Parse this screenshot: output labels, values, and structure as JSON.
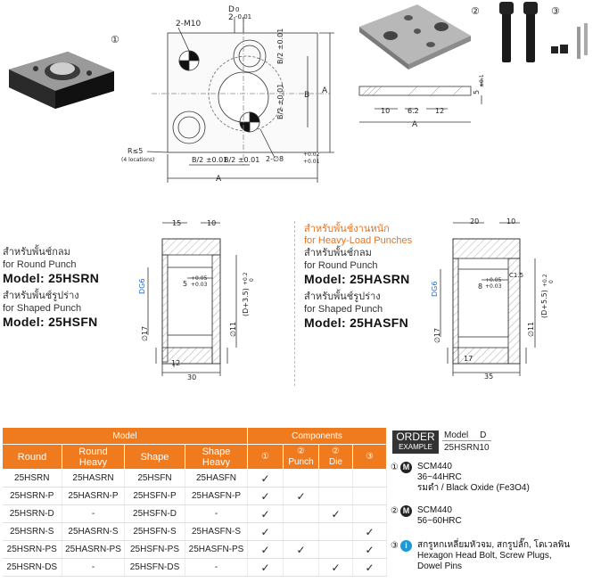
{
  "top": {
    "callout1": "①",
    "callout2": "②",
    "callout3": "③",
    "dim_2m10": "2-M10",
    "dim_d_top": "D",
    "dim_2tol": "2",
    "tol_0": "0",
    "tol_m001": "-0.01",
    "dim_b": "B",
    "dim_a": "A",
    "dim_b2_1": "B/2 ±0.01",
    "dim_b2_2": "B/2 ±0.01",
    "dim_b2_3": "B/2 ±0.01",
    "dim_b2_4": "B/2 ±0.01",
    "dim_r5": "R≤5",
    "dim_4loc": "(4 locations)",
    "dim_pin": "2-∅8",
    "tol_p002": "+0.02",
    "tol_p001": "+0.01",
    "dim_5": "5",
    "dim_5tol": "±0.1",
    "dim_10": "10",
    "dim_62": "6.2",
    "dim_12": "12",
    "dim_a2": "A"
  },
  "mid": {
    "left": {
      "thai1": "สำหรับพั้นช์กลม",
      "en1": "for Round Punch",
      "model1": "Model: 25HSRN",
      "thai2": "สำหรับพั้นช์รูปร่าง",
      "en2": "for Shaped Punch",
      "model2": "Model: 25HSFN"
    },
    "right": {
      "heavy_thai": "สำหรับพั้นช์งานหนัก",
      "heavy_en": "for Heavy-Load Punches",
      "thai1": "สำหรับพั้นช์กลม",
      "en1": "for Round Punch",
      "model1": "Model: 25HASRN",
      "thai2": "สำหรับพั้นช์รูปร่าง",
      "en2": "for Shaped Punch",
      "model2": "Model: 25HASFN"
    },
    "sec1": {
      "d15": "15",
      "d10": "10",
      "dg6": "DG6",
      "d5": "5",
      "t_p005": "+0.05",
      "t_p003": "+0.03",
      "d35": "(D+3.5)",
      "t_p02": "+0.2",
      "t_0": "0",
      "d17": "∅17",
      "d11": "∅11",
      "d12": "12",
      "d30": "30"
    },
    "sec2": {
      "d20": "20",
      "d10": "10",
      "dg6": "DG6",
      "c15": "C1.5",
      "d8": "8",
      "t_p005": "+0.05",
      "t_p003": "+0.03",
      "d55": "(D+5.5)",
      "t_p02": "+0.2",
      "t_0": "0",
      "d17": "∅17",
      "d11": "∅11",
      "d17b": "17",
      "d35": "35"
    }
  },
  "table": {
    "group_model": "Model",
    "group_components": "Components",
    "headers": [
      [
        "Round"
      ],
      [
        "Round",
        "Heavy"
      ],
      [
        "Shape"
      ],
      [
        "Shape",
        "Heavy"
      ],
      [
        "①"
      ],
      [
        "②",
        "Punch"
      ],
      [
        "②",
        "Die"
      ],
      [
        "③"
      ]
    ],
    "rows": [
      {
        "c": [
          "25HSRN",
          "25HASRN",
          "25HSFN",
          "25HASFN"
        ],
        "chk": [
          true,
          false,
          false,
          false
        ]
      },
      {
        "c": [
          "25HSRN-P",
          "25HASRN-P",
          "25HSFN-P",
          "25HASFN-P"
        ],
        "chk": [
          true,
          true,
          false,
          false
        ]
      },
      {
        "c": [
          "25HSRN-D",
          "-",
          "25HSFN-D",
          "-"
        ],
        "chk": [
          true,
          false,
          true,
          false
        ]
      },
      {
        "c": [
          "25HSRN-S",
          "25HASRN-S",
          "25HSFN-S",
          "25HASFN-S"
        ],
        "chk": [
          true,
          false,
          false,
          true
        ]
      },
      {
        "c": [
          "25HSRN-PS",
          "25HASRN-PS",
          "25HSFN-PS",
          "25HASFN-PS"
        ],
        "chk": [
          true,
          true,
          false,
          true
        ]
      },
      {
        "c": [
          "25HSRN-DS",
          "-",
          "25HSFN-DS",
          "-"
        ],
        "chk": [
          true,
          false,
          true,
          true
        ]
      }
    ],
    "check_symbol": "✓"
  },
  "order": {
    "title1": "ORDER",
    "title2": "EXAMPLE",
    "col_model": "Model",
    "col_d": "D",
    "example": "25HSRN10"
  },
  "materials": [
    {
      "num": "①",
      "badge": "M",
      "lines": [
        "SCM440",
        "36~44HRC",
        "รมดำ / Black Oxide (Fe3O4)"
      ]
    },
    {
      "num": "②",
      "badge": "M",
      "lines": [
        "SCM440",
        "56~60HRC"
      ]
    },
    {
      "num": "③",
      "badge": "i",
      "lines": [
        "สกรูหกเหลี่ยมหัวจม, สกรูปลั๊ก, โดเวลพิน",
        "Hexagon Head Bolt, Screw Plugs,",
        "Dowel Pins"
      ]
    }
  ],
  "colors": {
    "accent": "#f07a1e",
    "info": "#1a9ad6",
    "dark": "#333333"
  }
}
